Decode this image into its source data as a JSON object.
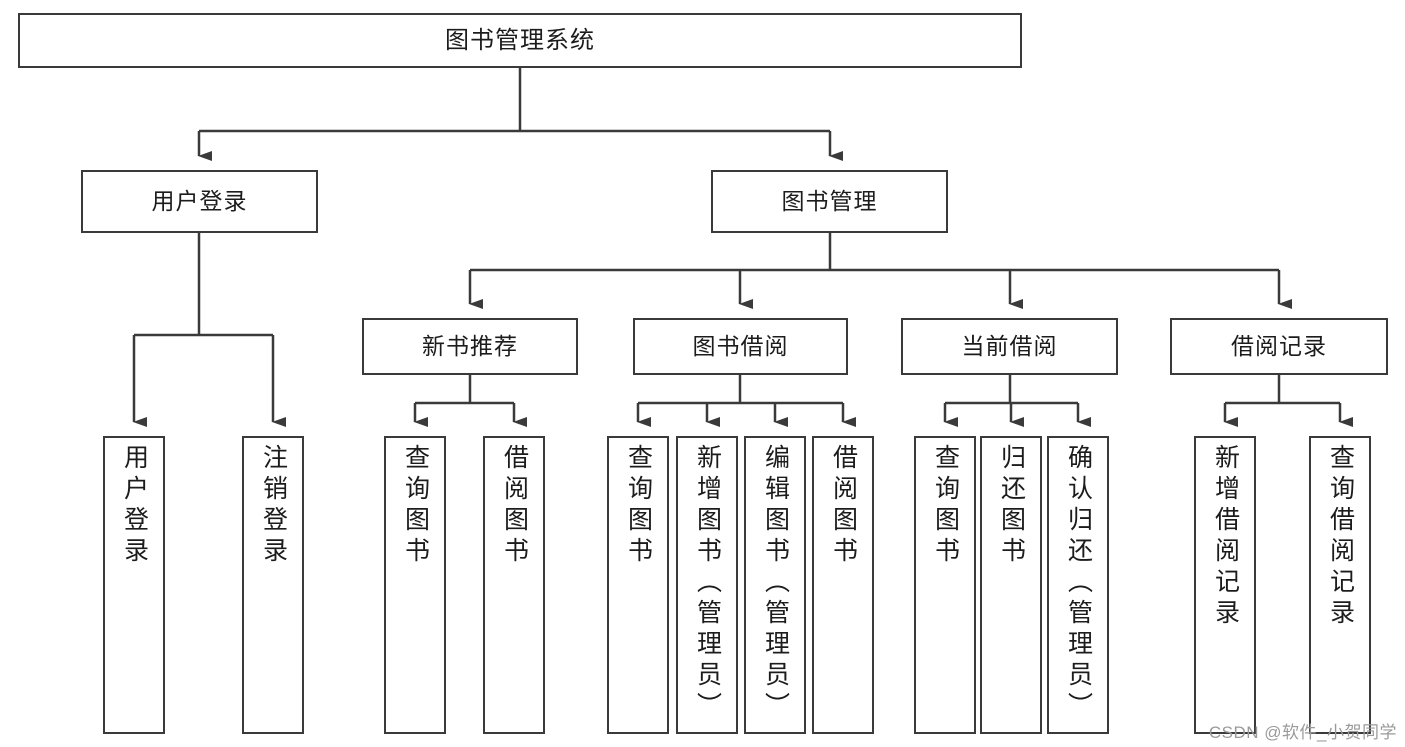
{
  "diagram": {
    "title": "图书管理系统",
    "type": "tree-hierarchy-chart",
    "nodes": {
      "root": {
        "label": "图书管理系统"
      },
      "level2": [
        {
          "id": "user-login",
          "label": "用户登录"
        },
        {
          "id": "book-management",
          "label": "图书管理"
        }
      ],
      "level3": [
        {
          "id": "new-book-recommend",
          "label": "新书推荐"
        },
        {
          "id": "book-borrow",
          "label": "图书借阅"
        },
        {
          "id": "current-borrow",
          "label": "当前借阅"
        },
        {
          "id": "borrow-record",
          "label": "借阅记录"
        }
      ],
      "leaves": {
        "user-login": [
          {
            "id": "leaf-user-login",
            "label": "用户登录"
          },
          {
            "id": "leaf-logout-login",
            "label": "注销登录"
          }
        ],
        "new-book-recommend": [
          {
            "id": "leaf-query-book-1",
            "label": "查询图书"
          },
          {
            "id": "leaf-borrow-book-1",
            "label": "借阅图书"
          }
        ],
        "book-borrow": [
          {
            "id": "leaf-query-book-2",
            "label": "查询图书"
          },
          {
            "id": "leaf-add-book",
            "label": "新增图书（管理员）"
          },
          {
            "id": "leaf-edit-book",
            "label": "编辑图书（管理员）"
          },
          {
            "id": "leaf-borrow-book-2",
            "label": "借阅图书"
          }
        ],
        "current-borrow": [
          {
            "id": "leaf-query-book-3",
            "label": "查询图书"
          },
          {
            "id": "leaf-return-book",
            "label": "归还图书"
          },
          {
            "id": "leaf-confirm-return",
            "label": "确认归还（管理员）"
          }
        ],
        "borrow-record": [
          {
            "id": "leaf-add-record",
            "label": "新增借阅记录"
          },
          {
            "id": "leaf-query-record",
            "label": "查询借阅记录"
          }
        ]
      }
    },
    "colors": {
      "stroke": "#3a3a3a",
      "text": "#1c1c1c",
      "background": "#ffffff",
      "watermark": "#9a9a9a"
    }
  },
  "watermark": {
    "text": "CSDN @软件_小贺同学"
  }
}
